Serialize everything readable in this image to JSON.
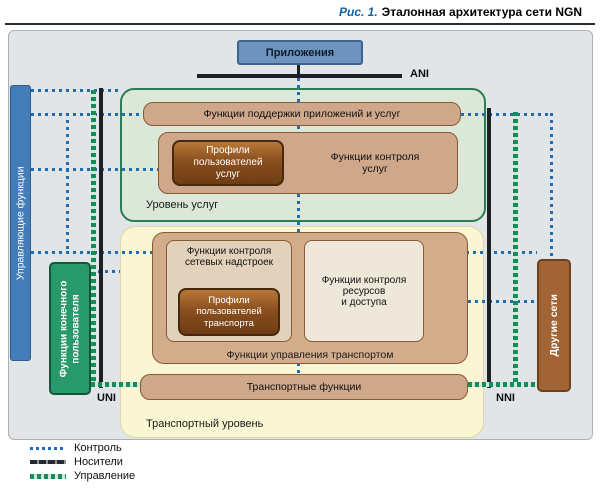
{
  "caption": {
    "prefix": "Рис. 1.",
    "title": "Эталонная архитектура сети NGN"
  },
  "applications": {
    "label": "Приложения"
  },
  "interfaces": {
    "ani": "ANI",
    "uni": "UNI",
    "nni": "NNI"
  },
  "bars": {
    "management": "Управляющие функции",
    "end_user": "Функции конечного\nпользователя",
    "other_networks": "Другие сети"
  },
  "service_layer": {
    "label": "Уровень услуг",
    "support": "Функции поддержки приложений и услуг",
    "profiles": "Профили\nпользователей\nуслуг",
    "control": "Функции контроля\nуслуг"
  },
  "transport_layer": {
    "label": "Транспортный уровень",
    "management_label": "Функции управления транспортом",
    "attachment": "Функции контроля\nсетевых надстроек",
    "profiles": "Профили\nпользователей\nтранспорта",
    "resource": "Функции контроля\nресурсов\nи доступа",
    "functions": "Транспортные функции"
  },
  "legend": {
    "control": "Контроль",
    "media": "Носители",
    "management": "Управление"
  },
  "colors": {
    "control_line": "#1e6db5",
    "media_line": "#1c1f23",
    "management_line": "#168c5a",
    "service_fill": "#dbe8d7",
    "transport_fill": "#faf6d3",
    "box_tan": "#cfa78a",
    "profile_brown": "#8a4f1e",
    "apps_blue": "#6e93bc",
    "end_user_green": "#28996a",
    "other_networks_brown": "#a26434"
  }
}
